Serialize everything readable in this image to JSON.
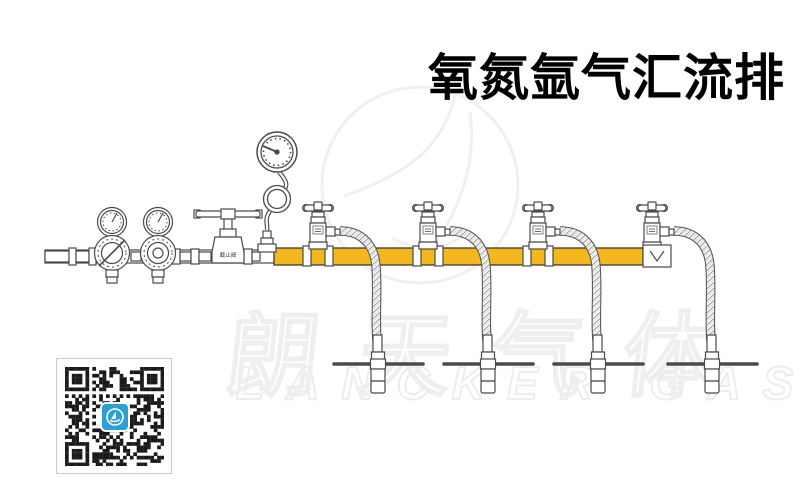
{
  "title": "氧氮氩气汇流排",
  "watermark": {
    "line1": "朗天气体",
    "line2": "LANCKER GAS",
    "color": "#efefef"
  },
  "diagram": {
    "globe_valve_label": "截止阀",
    "branch_count": 4,
    "pipe_color": "#F5B71E",
    "line_color": "#4a4a4a",
    "hose_braid_color": "#9a9a9a"
  },
  "qr": {
    "logo_color": "#2E9FD4"
  }
}
